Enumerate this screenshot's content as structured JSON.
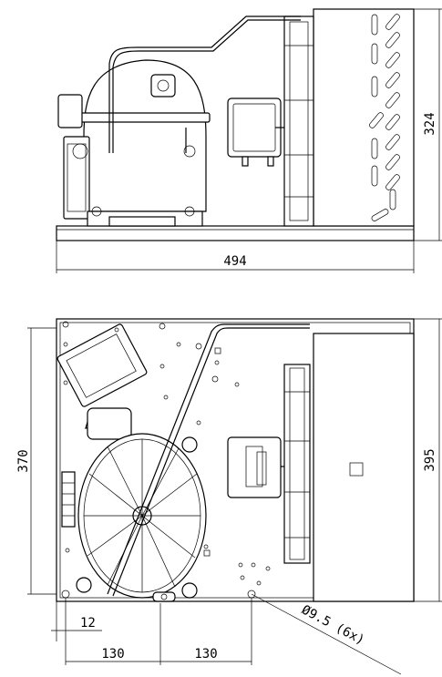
{
  "side_view": {
    "width_label": "494",
    "height_label": "324"
  },
  "top_view": {
    "depth_label": "370",
    "frame_depth_label": "395",
    "hole_offset_label": "12",
    "hole_spacing_left_label": "130",
    "hole_spacing_right_label": "130",
    "hole_callout_label": "Ø9.5 (6x)"
  }
}
